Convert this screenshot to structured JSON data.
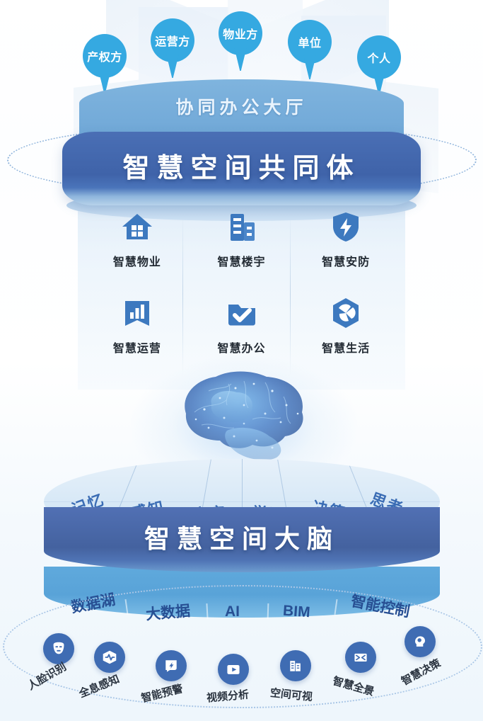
{
  "top_pins": [
    {
      "label": "产权方"
    },
    {
      "label": "运营方"
    },
    {
      "label": "物业方"
    },
    {
      "label": "单位"
    },
    {
      "label": "个人"
    }
  ],
  "upper_cylinder": {
    "hall_label": "协同办公大厅",
    "title": "智慧空间共同体",
    "band_color": "#4a6fb5",
    "hall_color": "#6ea6d6"
  },
  "services": [
    {
      "label": "智慧物业",
      "icon": "house-icon"
    },
    {
      "label": "智慧楼宇",
      "icon": "buildings-icon"
    },
    {
      "label": "智慧安防",
      "icon": "shield-bolt-icon"
    },
    {
      "label": "智慧运营",
      "icon": "bar-chart-bookmark-icon"
    },
    {
      "label": "智慧办公",
      "icon": "folder-check-icon"
    },
    {
      "label": "智慧生活",
      "icon": "hexagon-pinwheel-icon"
    }
  ],
  "brain": {
    "alt": "digital-brain-illustration"
  },
  "capabilities": [
    {
      "label": "记忆"
    },
    {
      "label": "感知"
    },
    {
      "label": "应变"
    },
    {
      "label": "学习"
    },
    {
      "label": "决策"
    },
    {
      "label": "思考"
    }
  ],
  "lower_cylinder": {
    "title": "智慧空间大脑",
    "band_color": "#44629f",
    "tech_band_color": "#59a3d8"
  },
  "tech_stack": [
    {
      "label": "数据湖"
    },
    {
      "label": "大数据"
    },
    {
      "label": "AI"
    },
    {
      "label": "BIM"
    },
    {
      "label": "智能控制"
    }
  ],
  "bottom_chips": [
    {
      "label": "人脸识别",
      "icon": "face-recognition-icon"
    },
    {
      "label": "全息感知",
      "icon": "pulse-wave-icon"
    },
    {
      "label": "智能预警",
      "icon": "alert-badge-icon"
    },
    {
      "label": "视频分析",
      "icon": "video-play-icon"
    },
    {
      "label": "空间可视",
      "icon": "building-visual-icon"
    },
    {
      "label": "智慧全景",
      "icon": "panorama-icon"
    },
    {
      "label": "智慧决策",
      "icon": "head-decision-icon"
    }
  ],
  "colors": {
    "accent": "#35a9e1",
    "deep_blue": "#4a6fb5",
    "chip_blue": "#3f6cb3",
    "text_dark": "#222a33"
  }
}
